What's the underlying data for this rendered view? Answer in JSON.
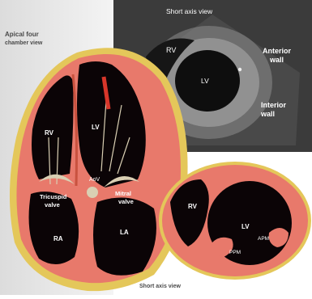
{
  "echo": {
    "title": "Short axis view",
    "rv": "RV",
    "lv": "LV",
    "anterior_wall": [
      "Anterior",
      "wall"
    ],
    "inferior_wall": [
      "Interior",
      "wall"
    ]
  },
  "apical": {
    "heading": [
      "Apical four",
      "chamber view"
    ],
    "rv": "RV",
    "lv": "LV",
    "aov": "AoV",
    "tricuspid": [
      "Tricuspid",
      "valve"
    ],
    "mitral": [
      "Mitral",
      "valve"
    ],
    "ra": "RA",
    "la": "LA"
  },
  "short_axis": {
    "rv": "RV",
    "lv": "LV",
    "apm": "APM",
    "ppm": "PPM",
    "caption": "Short axis view"
  },
  "colors": {
    "myocardium": "#e8796b",
    "myocardium_dark": "#c9523f",
    "fat": "#e4c75a",
    "cavity": "#0b0406",
    "valve": "#d9cfb3",
    "echo_bg": "#3a3a3a"
  }
}
